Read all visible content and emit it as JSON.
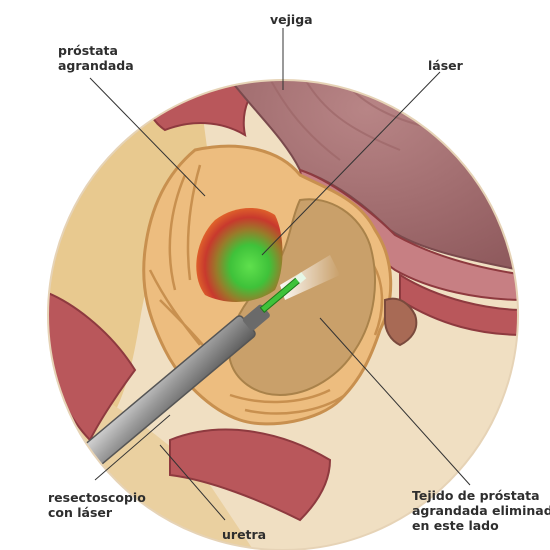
{
  "labels": {
    "enlarged_prostate": "próstata\nagrandada",
    "bladder": "vejiga",
    "laser": "láser",
    "resectoscope": "resectoscopio\ncon láser",
    "urethra": "uretra",
    "removed_tissue": "Tejido de próstata\nagrandada eliminado\nen este lado"
  },
  "colors": {
    "background_circle": "#f0dfc2",
    "fat": "#e8c98f",
    "muscle": "#b9575b",
    "muscle_dark": "#8e3a3f",
    "bladder_wall": "#a06a6c",
    "prostate": "#edbd7f",
    "prostate_edge": "#c8904f",
    "cavity": "#c9a06a",
    "laser_green": "#3fc23a",
    "laser_red": "#c8392d",
    "scope_metal": "#8c8c8c",
    "leader_line": "#333333"
  }
}
